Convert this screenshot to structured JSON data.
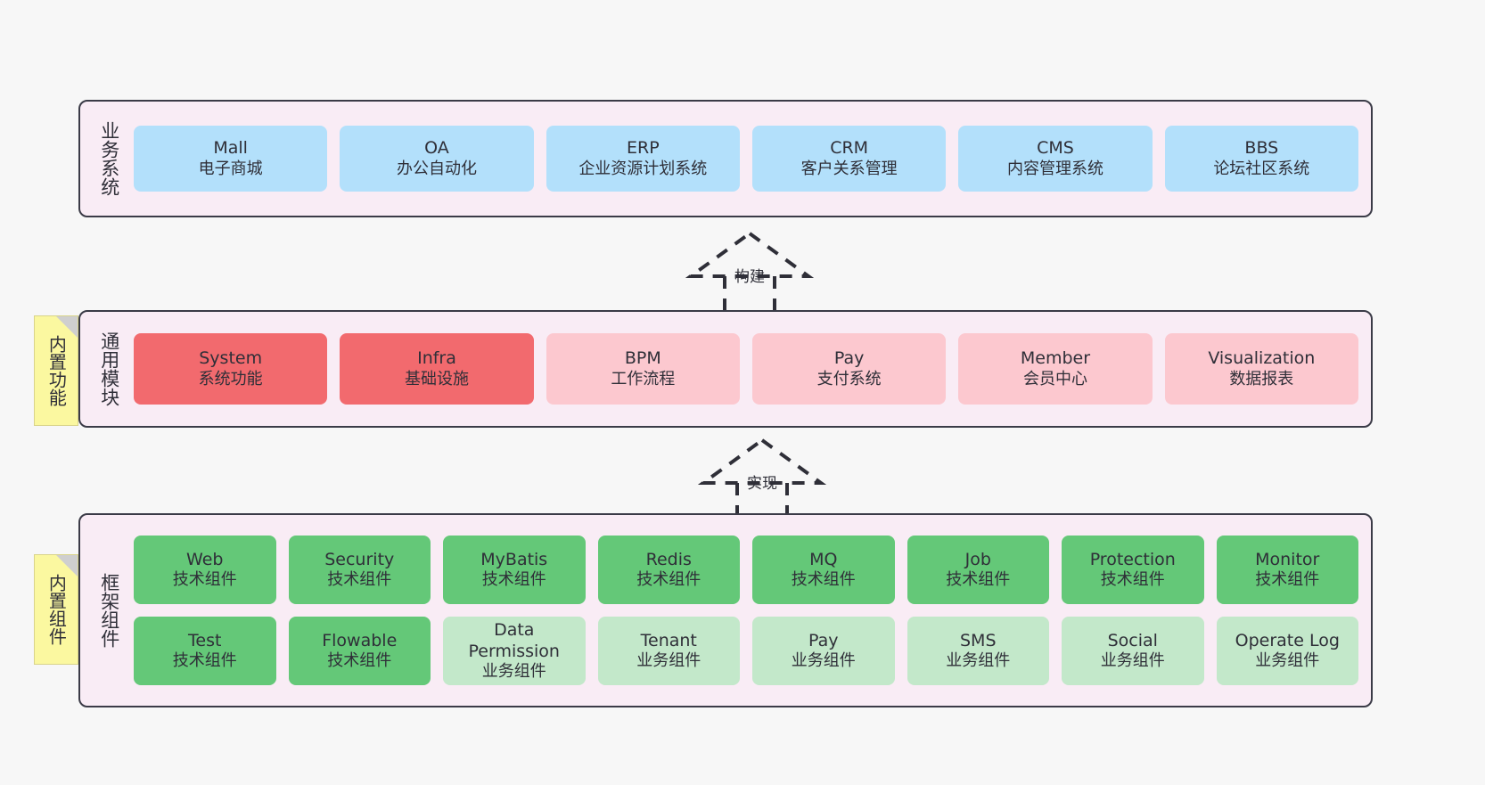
{
  "diagram": {
    "background_color": "#f7f7f7",
    "layer_fill": "#f9ecf5",
    "layer_border": "#3b3b47",
    "note_color": "#fbf8a0",
    "colors": {
      "blue": "#b3e0fb",
      "red": "#f26a6e",
      "pink": "#fcc8cf",
      "green": "#64c878",
      "green_light": "#c3e8ca"
    }
  },
  "notes": [
    {
      "id": "note-functions",
      "label": "内置功能"
    },
    {
      "id": "note-components",
      "label": "内置组件"
    }
  ],
  "arrows": [
    {
      "id": "arrow-build",
      "label": "构建",
      "style": "dashed-hollow-triangle",
      "direction": "up"
    },
    {
      "id": "arrow-implement",
      "label": "实现",
      "style": "dashed-hollow-triangle",
      "direction": "up"
    }
  ],
  "layers": [
    {
      "id": "layer-business",
      "label": "业务系统",
      "nodes": [
        {
          "en": "Mall",
          "cn": "电子商城",
          "color": "blue"
        },
        {
          "en": "OA",
          "cn": "办公自动化",
          "color": "blue"
        },
        {
          "en": "ERP",
          "cn": "企业资源计划系统",
          "color": "blue"
        },
        {
          "en": "CRM",
          "cn": "客户关系管理",
          "color": "blue"
        },
        {
          "en": "CMS",
          "cn": "内容管理系统",
          "color": "blue"
        },
        {
          "en": "BBS",
          "cn": "论坛社区系统",
          "color": "blue"
        }
      ]
    },
    {
      "id": "layer-common",
      "label": "通用模块",
      "nodes": [
        {
          "en": "System",
          "cn": "系统功能",
          "color": "red"
        },
        {
          "en": "Infra",
          "cn": "基础设施",
          "color": "red"
        },
        {
          "en": "BPM",
          "cn": "工作流程",
          "color": "pink"
        },
        {
          "en": "Pay",
          "cn": "支付系统",
          "color": "pink"
        },
        {
          "en": "Member",
          "cn": "会员中心",
          "color": "pink"
        },
        {
          "en": "Visualization",
          "cn": "数据报表",
          "color": "pink"
        }
      ]
    },
    {
      "id": "layer-framework",
      "label": "框架组件",
      "nodes": [
        {
          "en": "Web",
          "cn": "技术组件",
          "color": "green"
        },
        {
          "en": "Security",
          "cn": "技术组件",
          "color": "green"
        },
        {
          "en": "MyBatis",
          "cn": "技术组件",
          "color": "green"
        },
        {
          "en": "Redis",
          "cn": "技术组件",
          "color": "green"
        },
        {
          "en": "MQ",
          "cn": "技术组件",
          "color": "green"
        },
        {
          "en": "Job",
          "cn": "技术组件",
          "color": "green"
        },
        {
          "en": "Protection",
          "cn": "技术组件",
          "color": "green"
        },
        {
          "en": "Monitor",
          "cn": "技术组件",
          "color": "green"
        },
        {
          "en": "Test",
          "cn": "技术组件",
          "color": "green"
        },
        {
          "en": "Flowable",
          "cn": "技术组件",
          "color": "green"
        },
        {
          "en": "Data Permission",
          "cn": "业务组件",
          "color": "green_light"
        },
        {
          "en": "Tenant",
          "cn": "业务组件",
          "color": "green_light"
        },
        {
          "en": "Pay",
          "cn": "业务组件",
          "color": "green_light"
        },
        {
          "en": "SMS",
          "cn": "业务组件",
          "color": "green_light"
        },
        {
          "en": "Social",
          "cn": "业务组件",
          "color": "green_light"
        },
        {
          "en": "Operate Log",
          "cn": "业务组件",
          "color": "green_light"
        }
      ]
    }
  ]
}
